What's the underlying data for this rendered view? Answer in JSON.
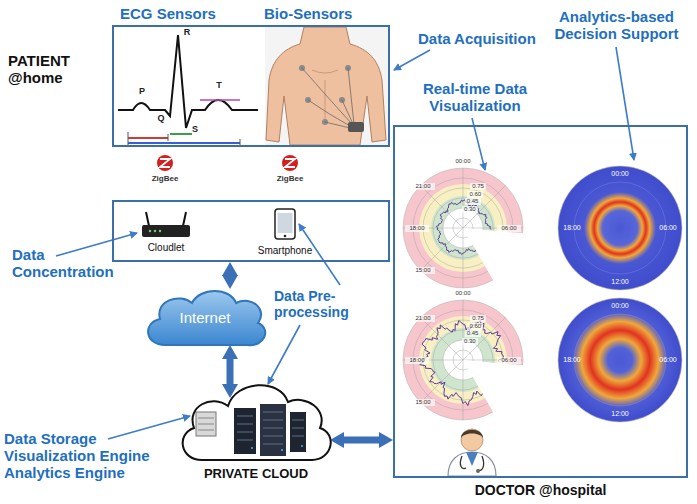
{
  "diagram": {
    "nodes": [
      {
        "text": [
          "ECG Sensors",
          "Bio-Sensors"
        ]
      },
      {
        "text": []
      },
      {
        "text": [
          "Cloudlet"
        ],
        "in": 1
      },
      {
        "text": [
          "Smartphone"
        ],
        "in": 1
      },
      {
        "text": [
          "Internet"
        ]
      },
      {
        "text": [
          "PRIVATE CLOUD"
        ]
      },
      {
        "text": [
          "DOCTOR @hospital"
        ]
      }
    ],
    "edges": [
      {
        "from": 1,
        "to": 4,
        "arrow": "both"
      },
      {
        "from": 4,
        "to": 5,
        "arrow": "both"
      },
      {
        "from": 5,
        "to": 6,
        "arrow": "both"
      }
    ],
    "labels": [
      "PATIENT @home",
      "Data Acquisition",
      "P",
      "R",
      "Q",
      "S",
      "T",
      "ZigBee",
      "ZigBee",
      "Data Concentration",
      "Data Pre-processing",
      "Data Storage Visualization Engine Analytics Engine",
      "Real-time Data Visualization",
      "Analytics-based Decision Support",
      "00:00",
      "21:00",
      "18:00",
      "15:00",
      "06:00",
      "0.30",
      "0.45",
      "0.60",
      "0.75",
      "00:00",
      "21:00",
      "18:00",
      "15:00",
      "06:00",
      "0.30",
      "0.45",
      "0.60",
      "0.75",
      "00:00",
      "18:00",
      "06:00",
      "12:00",
      "00:00",
      "18:00",
      "06:00",
      "12:00"
    ]
  }
}
